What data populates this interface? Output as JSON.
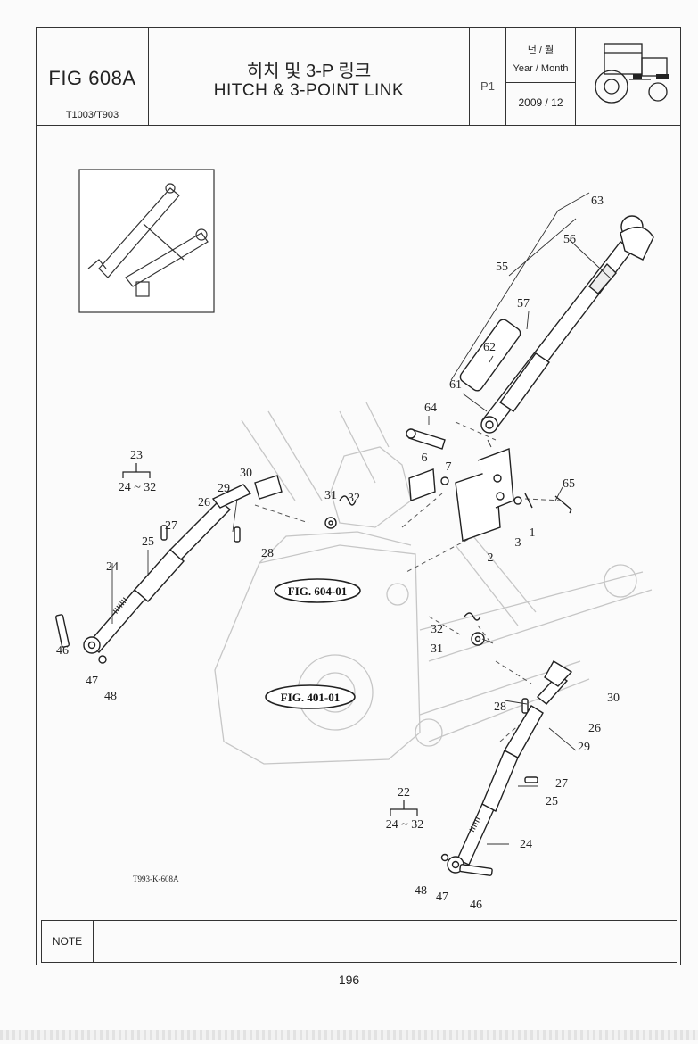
{
  "header": {
    "fig_number": "FIG 608A",
    "model": "T1003/T903",
    "title_ko": "히치 및 3-P 링크",
    "title_en": "HITCH & 3-POINT LINK",
    "page_label": "P1",
    "date_label_ko": "년 / 월",
    "date_label_en": "Year / Month",
    "date_value": "2009 / 12"
  },
  "refs": {
    "fig_604": "FIG. 604-01",
    "fig_401": "FIG. 401-01"
  },
  "drawing_code": "T993-K-608A",
  "assemblies": {
    "left_num": "23",
    "left_range": "24 ~ 32",
    "right_num": "22",
    "right_range": "24 ~ 32"
  },
  "callouts": [
    "63",
    "56",
    "55",
    "57",
    "62",
    "61",
    "64",
    "6",
    "7",
    "65",
    "1",
    "3",
    "2",
    "31",
    "32",
    "30",
    "29",
    "26",
    "27",
    "28",
    "25",
    "24",
    "46",
    "47",
    "48",
    "32",
    "31",
    "30",
    "28",
    "26",
    "29",
    "27",
    "25",
    "24",
    "48",
    "47",
    "46"
  ],
  "note": {
    "label": "NOTE"
  },
  "page_number": "196"
}
